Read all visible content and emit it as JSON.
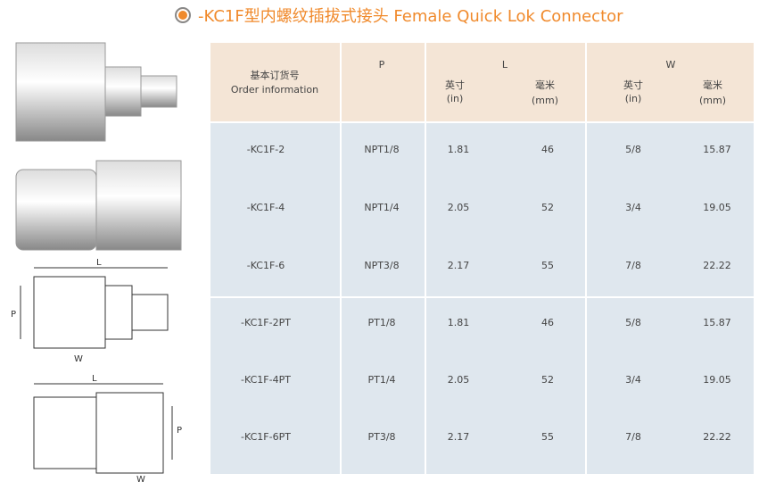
{
  "title": "-KC1F型内螺纹插拔式接头 Female Quick Lok Connector",
  "accent": "#f08a2c",
  "header": {
    "order_cn": "基本订货号",
    "order_en": "Order information",
    "p": "P",
    "l": "L",
    "w": "W",
    "in_cn": "英寸",
    "in_en": "(in)",
    "mm_cn": "毫米",
    "mm_en": "(mm)"
  },
  "rows": [
    [
      "-KC1F-2",
      "NPT1/8",
      "1.81",
      "46",
      "5/8",
      "15.87"
    ],
    [
      "-KC1F-4",
      "NPT1/4",
      "2.05",
      "52",
      "3/4",
      "19.05"
    ],
    [
      "-KC1F-6",
      "NPT3/8",
      "2.17",
      "55",
      "7/8",
      "22.22"
    ],
    [
      "-KC1F-2PT",
      "PT1/8",
      "1.81",
      "46",
      "5/8",
      "15.87"
    ],
    [
      "-KC1F-4PT",
      "PT1/4",
      "2.05",
      "52",
      "3/4",
      "19.05"
    ],
    [
      "-KC1F-6PT",
      "PT3/8",
      "2.17",
      "55",
      "7/8",
      "22.22"
    ]
  ],
  "drawing_labels": {
    "l": "L",
    "p": "P",
    "w": "W"
  }
}
